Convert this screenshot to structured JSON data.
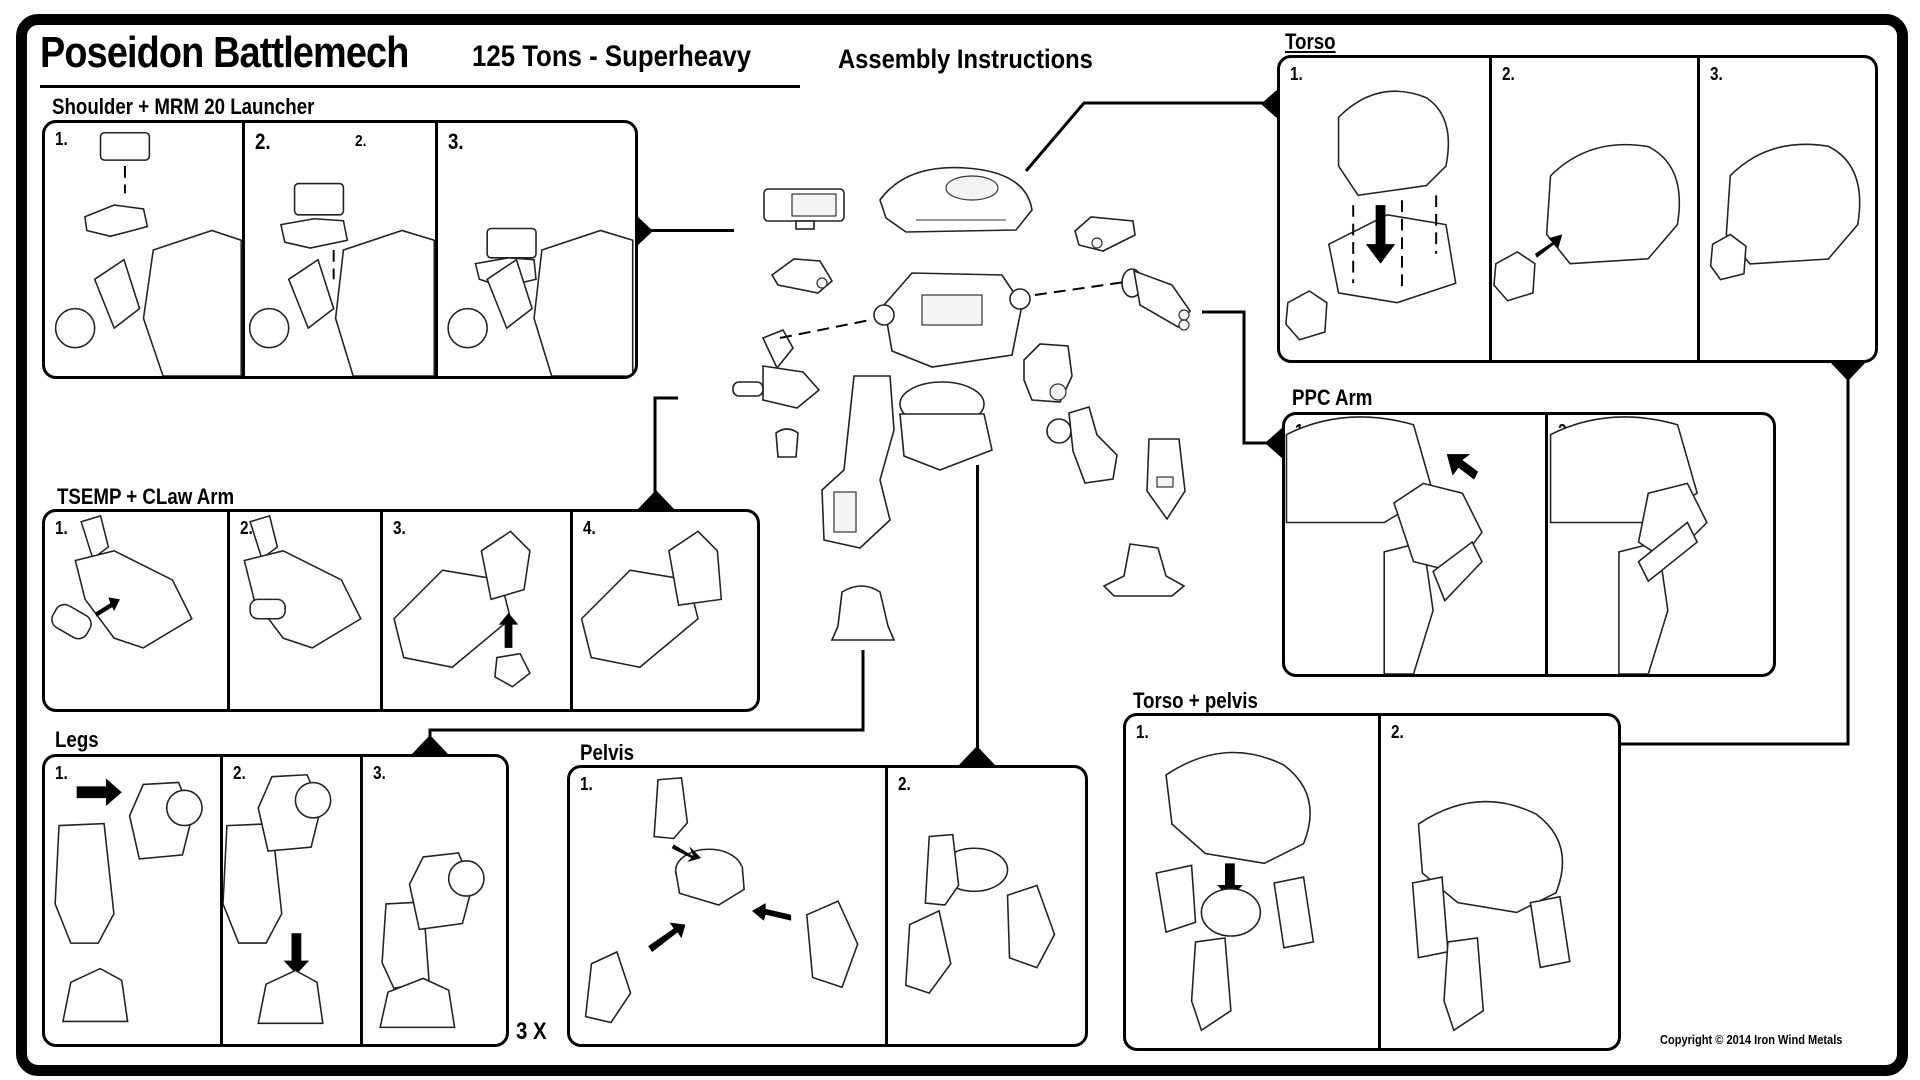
{
  "header": {
    "title": "Poseidon Battlemech",
    "subtitle": "125 Tons - Superheavy",
    "document_type": "Assembly Instructions"
  },
  "sections": {
    "shoulder": {
      "title": "Shoulder + MRM 20 Launcher",
      "steps": [
        "1.",
        "2.",
        "3."
      ],
      "extra_label": "2."
    },
    "torso": {
      "title": "Torso",
      "steps": [
        "1.",
        "2.",
        "3."
      ]
    },
    "ppc_arm": {
      "title": "PPC Arm",
      "steps": [
        "1.",
        "2."
      ]
    },
    "tsemp_claw_arm": {
      "title": "TSEMP + CLaw Arm",
      "steps": [
        "1.",
        "2.",
        "3.",
        "4."
      ]
    },
    "legs": {
      "title": "Legs",
      "steps": [
        "1.",
        "2.",
        "3."
      ],
      "quantity": "3 X"
    },
    "pelvis": {
      "title": "Pelvis",
      "steps": [
        "1.",
        "2."
      ]
    },
    "torso_pelvis": {
      "title": "Torso + pelvis",
      "steps": [
        "1.",
        "2."
      ]
    }
  },
  "footer": {
    "copyright": "Copyright © 2014 Iron Wind Metals"
  }
}
